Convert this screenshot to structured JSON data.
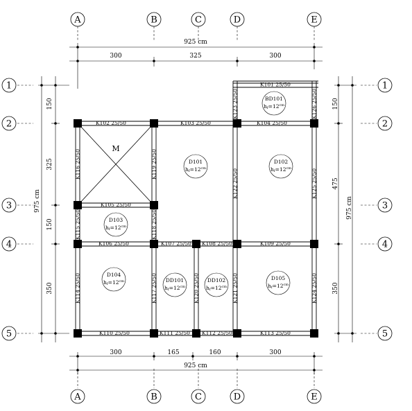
{
  "axes": {
    "letters": [
      "A",
      "B",
      "C",
      "D",
      "E"
    ],
    "numbers": [
      "1",
      "2",
      "3",
      "4",
      "5"
    ]
  },
  "dimensions": {
    "top_total": "925 cm",
    "top_spans": [
      "300",
      "325",
      "300"
    ],
    "bottom_total": "925 cm",
    "bottom_spans": [
      "300",
      "165",
      "160",
      "300"
    ],
    "left_total": "975 cm",
    "left_spans": [
      "150",
      "325",
      "150",
      "350"
    ],
    "right_total": "975 cm",
    "right_spans": [
      "150",
      "475",
      "350"
    ]
  },
  "beams": [
    {
      "id": "K101",
      "label": "K101 25/50"
    },
    {
      "id": "K102",
      "label": "K102 25/50"
    },
    {
      "id": "K103",
      "label": "K103 25/50"
    },
    {
      "id": "K104",
      "label": "K104 25/50"
    },
    {
      "id": "K105",
      "label": "K105 25/50"
    },
    {
      "id": "K106",
      "label": "K106 25/50"
    },
    {
      "id": "K107",
      "label": "K107 25/50"
    },
    {
      "id": "K108",
      "label": "K108 25/50"
    },
    {
      "id": "K109",
      "label": "K109 25/50"
    },
    {
      "id": "K110",
      "label": "K110 25/50"
    },
    {
      "id": "K111",
      "label": "K111 25/50"
    },
    {
      "id": "K112",
      "label": "K112 25/50"
    },
    {
      "id": "K113",
      "label": "K113 25/50"
    },
    {
      "id": "K114",
      "label": "K114 25/50"
    },
    {
      "id": "K115",
      "label": "K115 25/50"
    },
    {
      "id": "K116",
      "label": "K116 25/50"
    },
    {
      "id": "K117",
      "label": "K117 25/50"
    },
    {
      "id": "K118",
      "label": "K118 25/50"
    },
    {
      "id": "K119",
      "label": "K119 25/50"
    },
    {
      "id": "K120",
      "label": "K120 25/50"
    },
    {
      "id": "K121",
      "label": "K121 25/50"
    },
    {
      "id": "K122",
      "label": "K122 25/50"
    },
    {
      "id": "K123",
      "label": "K123 25/50"
    },
    {
      "id": "K124",
      "label": "K124 25/50"
    },
    {
      "id": "K125",
      "label": "K125 25/50"
    },
    {
      "id": "K126",
      "label": "K126 25/50"
    }
  ],
  "slabs": [
    {
      "id": "D101",
      "name": "D101",
      "thickness": "12"
    },
    {
      "id": "D102",
      "name": "D102",
      "thickness": "12"
    },
    {
      "id": "D103",
      "name": "D103",
      "thickness": "12"
    },
    {
      "id": "D104",
      "name": "D104",
      "thickness": "12"
    },
    {
      "id": "D105",
      "name": "D105",
      "thickness": "12"
    },
    {
      "id": "BD101",
      "name": "BD101",
      "thickness": "12"
    },
    {
      "id": "DD101",
      "name": "DD101",
      "thickness": "12"
    },
    {
      "id": "DD102",
      "name": "DD102",
      "thickness": "12"
    }
  ],
  "void_label": "M",
  "thickness_prefix": "h",
  "thickness_unit": "cm"
}
